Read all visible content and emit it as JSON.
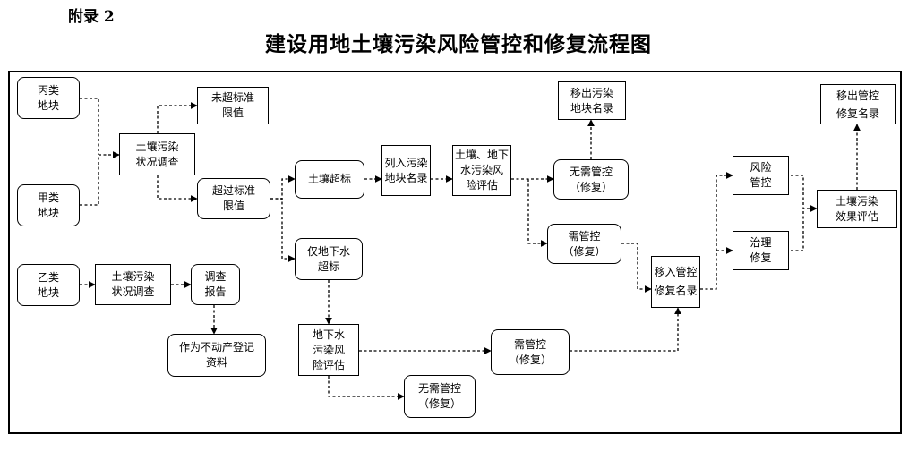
{
  "header": {
    "appendix": "附录 2",
    "title": "建设用地土壤污染风险管控和修复流程图"
  },
  "nodes": {
    "bing": "丙类\n地块",
    "jia": "甲类\n地块",
    "yi": "乙类\n地块",
    "survey1": "土壤污染\n状况调查",
    "below": "未超标准\n限值",
    "above": "超过标准\n限值",
    "soil_exceed": "土壤超标",
    "list_in": "列入污染\n地块名录",
    "risk_eval": "土壤、地下\n水污染风\n险评估",
    "no_need1": "无需管控\n（修复）",
    "remove_list": "移出污染\n地块名录",
    "need1": "需管控\n（修复）",
    "gw_only": "仅地下水\n超标",
    "survey2": "土壤污染\n状况调查",
    "report": "调查\n报告",
    "record": "作为不动产登记\n资料",
    "gw_eval": "地下水\n污染风\n险评估",
    "need2": "需管控\n（修复）",
    "no_need2": "无需管控\n（修复）",
    "into_list": "移入管控\n修复名录",
    "risk_ctrl": "风险\n管控",
    "treat": "治理\n修复",
    "effect_eval": "土壤污染\n效果评估",
    "remove_ctrl": "移出管控\n修复名录"
  }
}
